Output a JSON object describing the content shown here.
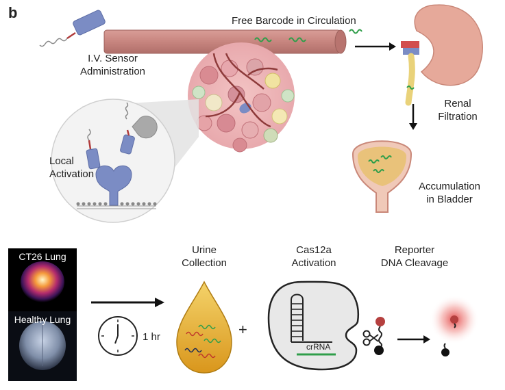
{
  "panel_label": "b",
  "labels": {
    "free_barcode": "Free Barcode in Circulation",
    "iv_line1": "I.V.  Sensor",
    "iv_line2": "Administration",
    "renal_line1": "Renal",
    "renal_line2": "Filtration",
    "local_line1": "Local",
    "local_line2": "Activation",
    "accum_line1": "Accumulation",
    "accum_line2": "in Bladder",
    "ct26": "CT26 Lung",
    "healthy": "Healthy Lung",
    "time": "1 hr",
    "urine_line1": "Urine",
    "urine_line2": "Collection",
    "cas_line1": "Cas12a",
    "cas_line2": "Activation",
    "reporter_line1": "Reporter",
    "reporter_line2": "DNA Cleavage",
    "crrna": "crRNA",
    "plus": "+"
  },
  "colors": {
    "vessel": "#c98a85",
    "sensor": "#7b8cc4",
    "barcode": "#2f9e4a",
    "kidney": "#e6a99a",
    "bladder": "#e9c27a",
    "urine": "#e3ab2a",
    "cas_body": "#e8e8e8",
    "reporter": "#d9534f"
  }
}
